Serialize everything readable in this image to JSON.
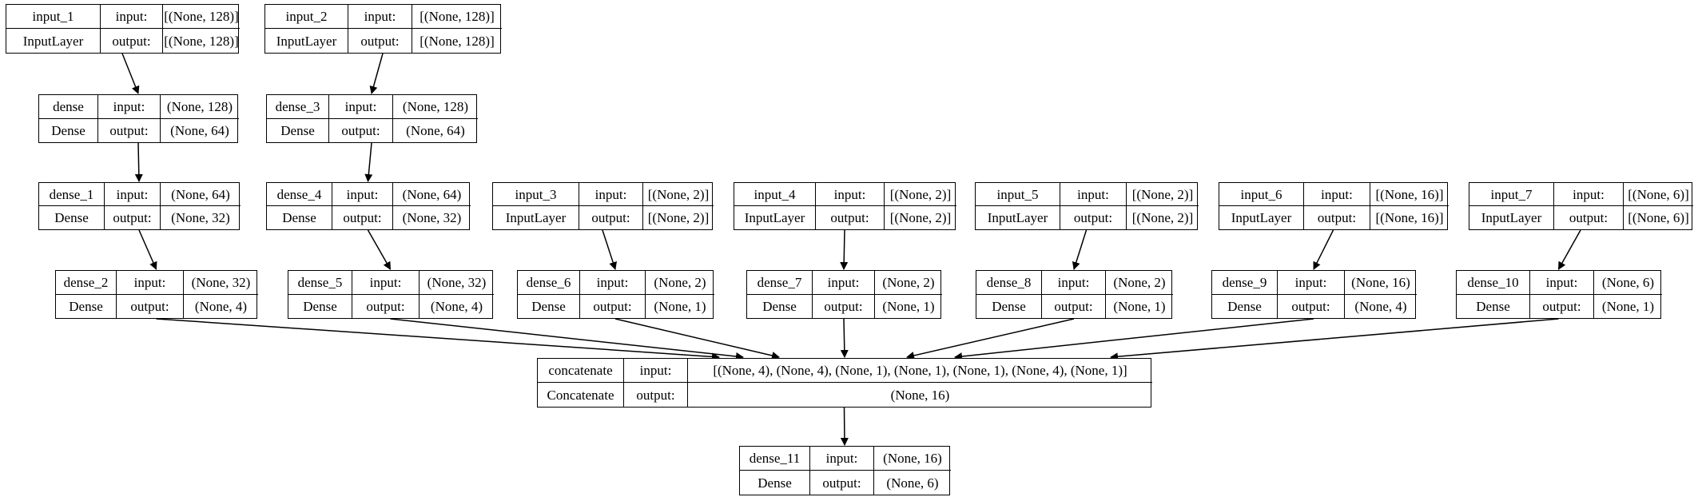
{
  "labels": {
    "input_key": "input:",
    "output_key": "output:"
  },
  "nodes": [
    {
      "id": "input_1",
      "name": "input_1",
      "type": "InputLayer",
      "input": "[(None, 128)]",
      "output": "[(None, 128)]"
    },
    {
      "id": "input_2",
      "name": "input_2",
      "type": "InputLayer",
      "input": "[(None, 128)]",
      "output": "[(None, 128)]"
    },
    {
      "id": "dense",
      "name": "dense",
      "type": "Dense",
      "input": "(None, 128)",
      "output": "(None, 64)"
    },
    {
      "id": "dense_3",
      "name": "dense_3",
      "type": "Dense",
      "input": "(None, 128)",
      "output": "(None, 64)"
    },
    {
      "id": "dense_1",
      "name": "dense_1",
      "type": "Dense",
      "input": "(None, 64)",
      "output": "(None, 32)"
    },
    {
      "id": "dense_4",
      "name": "dense_4",
      "type": "Dense",
      "input": "(None, 64)",
      "output": "(None, 32)"
    },
    {
      "id": "input_3",
      "name": "input_3",
      "type": "InputLayer",
      "input": "[(None, 2)]",
      "output": "[(None, 2)]"
    },
    {
      "id": "input_4",
      "name": "input_4",
      "type": "InputLayer",
      "input": "[(None, 2)]",
      "output": "[(None, 2)]"
    },
    {
      "id": "input_5",
      "name": "input_5",
      "type": "InputLayer",
      "input": "[(None, 2)]",
      "output": "[(None, 2)]"
    },
    {
      "id": "input_6",
      "name": "input_6",
      "type": "InputLayer",
      "input": "[(None, 16)]",
      "output": "[(None, 16)]"
    },
    {
      "id": "input_7",
      "name": "input_7",
      "type": "InputLayer",
      "input": "[(None, 6)]",
      "output": "[(None, 6)]"
    },
    {
      "id": "dense_2",
      "name": "dense_2",
      "type": "Dense",
      "input": "(None, 32)",
      "output": "(None, 4)"
    },
    {
      "id": "dense_5",
      "name": "dense_5",
      "type": "Dense",
      "input": "(None, 32)",
      "output": "(None, 4)"
    },
    {
      "id": "dense_6",
      "name": "dense_6",
      "type": "Dense",
      "input": "(None, 2)",
      "output": "(None, 1)"
    },
    {
      "id": "dense_7",
      "name": "dense_7",
      "type": "Dense",
      "input": "(None, 2)",
      "output": "(None, 1)"
    },
    {
      "id": "dense_8",
      "name": "dense_8",
      "type": "Dense",
      "input": "(None, 2)",
      "output": "(None, 1)"
    },
    {
      "id": "dense_9",
      "name": "dense_9",
      "type": "Dense",
      "input": "(None, 16)",
      "output": "(None, 4)"
    },
    {
      "id": "dense_10",
      "name": "dense_10",
      "type": "Dense",
      "input": "(None, 6)",
      "output": "(None, 1)"
    },
    {
      "id": "concatenate",
      "name": "concatenate",
      "type": "Concatenate",
      "input": "[(None, 4), (None, 4), (None, 1), (None, 1), (None, 1), (None, 4), (None, 1)]",
      "output": "(None, 16)"
    },
    {
      "id": "dense_11",
      "name": "dense_11",
      "type": "Dense",
      "input": "(None, 16)",
      "output": "(None, 6)"
    }
  ],
  "edges": [
    [
      "input_1",
      "dense"
    ],
    [
      "dense",
      "dense_1"
    ],
    [
      "dense_1",
      "dense_2"
    ],
    [
      "input_2",
      "dense_3"
    ],
    [
      "dense_3",
      "dense_4"
    ],
    [
      "dense_4",
      "dense_5"
    ],
    [
      "input_3",
      "dense_6"
    ],
    [
      "input_4",
      "dense_7"
    ],
    [
      "input_5",
      "dense_8"
    ],
    [
      "input_6",
      "dense_9"
    ],
    [
      "input_7",
      "dense_10"
    ],
    [
      "dense_2",
      "concatenate"
    ],
    [
      "dense_5",
      "concatenate"
    ],
    [
      "dense_6",
      "concatenate"
    ],
    [
      "dense_7",
      "concatenate"
    ],
    [
      "dense_8",
      "concatenate"
    ],
    [
      "dense_9",
      "concatenate"
    ],
    [
      "dense_10",
      "concatenate"
    ],
    [
      "concatenate",
      "dense_11"
    ]
  ]
}
